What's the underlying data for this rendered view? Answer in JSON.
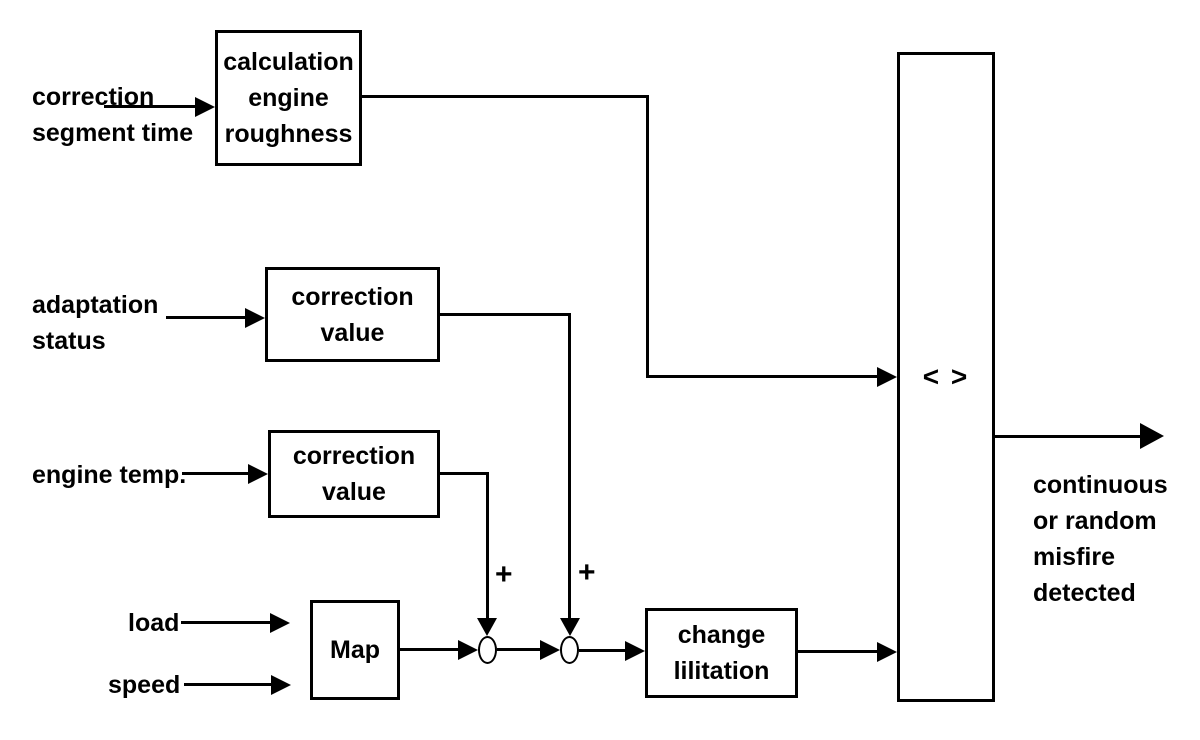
{
  "colors": {
    "ink": "#000000",
    "paper": "#ffffff"
  },
  "inputs": {
    "correction_segment_time": "correction\nsegment time",
    "adaptation_status": "adaptation\nstatus",
    "engine_temp": "engine temp.",
    "load": "load",
    "speed": "speed"
  },
  "blocks": {
    "calculation_engine_roughness": "calculation\nengine\nroughness",
    "correction_value_adaptation": "correction\nvalue",
    "correction_value_engine_temp": "correction\nvalue",
    "map": "Map",
    "change_limitation": "change\nlilitation",
    "comparator": "< >"
  },
  "operators": {
    "sum1": "+",
    "sum2": "+"
  },
  "outputs": {
    "result": "continuous\nor random\nmisfire\ndetected"
  }
}
